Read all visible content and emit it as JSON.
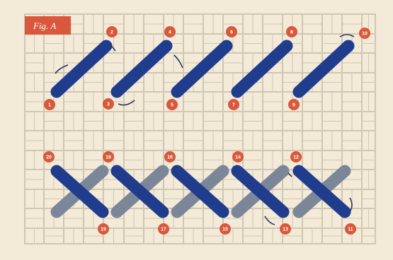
{
  "figure": {
    "label": "Fig. A",
    "colors": {
      "background": "#f4ead8",
      "canvas_lines": "#cfc6b6",
      "badge": "#d9573b",
      "stitch_dark": "#1f3d8c",
      "stitch_grey": "#7b8798",
      "arrow": "#2a3559"
    }
  },
  "top_row": {
    "numbers": [
      {
        "label": "1"
      },
      {
        "label": "2"
      },
      {
        "label": "3"
      },
      {
        "label": "4"
      },
      {
        "label": "5"
      },
      {
        "label": "6"
      },
      {
        "label": "7"
      },
      {
        "label": "8"
      },
      {
        "label": "9"
      },
      {
        "label": "10"
      }
    ]
  },
  "bottom_row": {
    "numbers": [
      {
        "label": "20"
      },
      {
        "label": "19"
      },
      {
        "label": "18"
      },
      {
        "label": "17"
      },
      {
        "label": "16"
      },
      {
        "label": "15"
      },
      {
        "label": "14"
      },
      {
        "label": "13"
      },
      {
        "label": "12"
      },
      {
        "label": "11"
      }
    ]
  }
}
